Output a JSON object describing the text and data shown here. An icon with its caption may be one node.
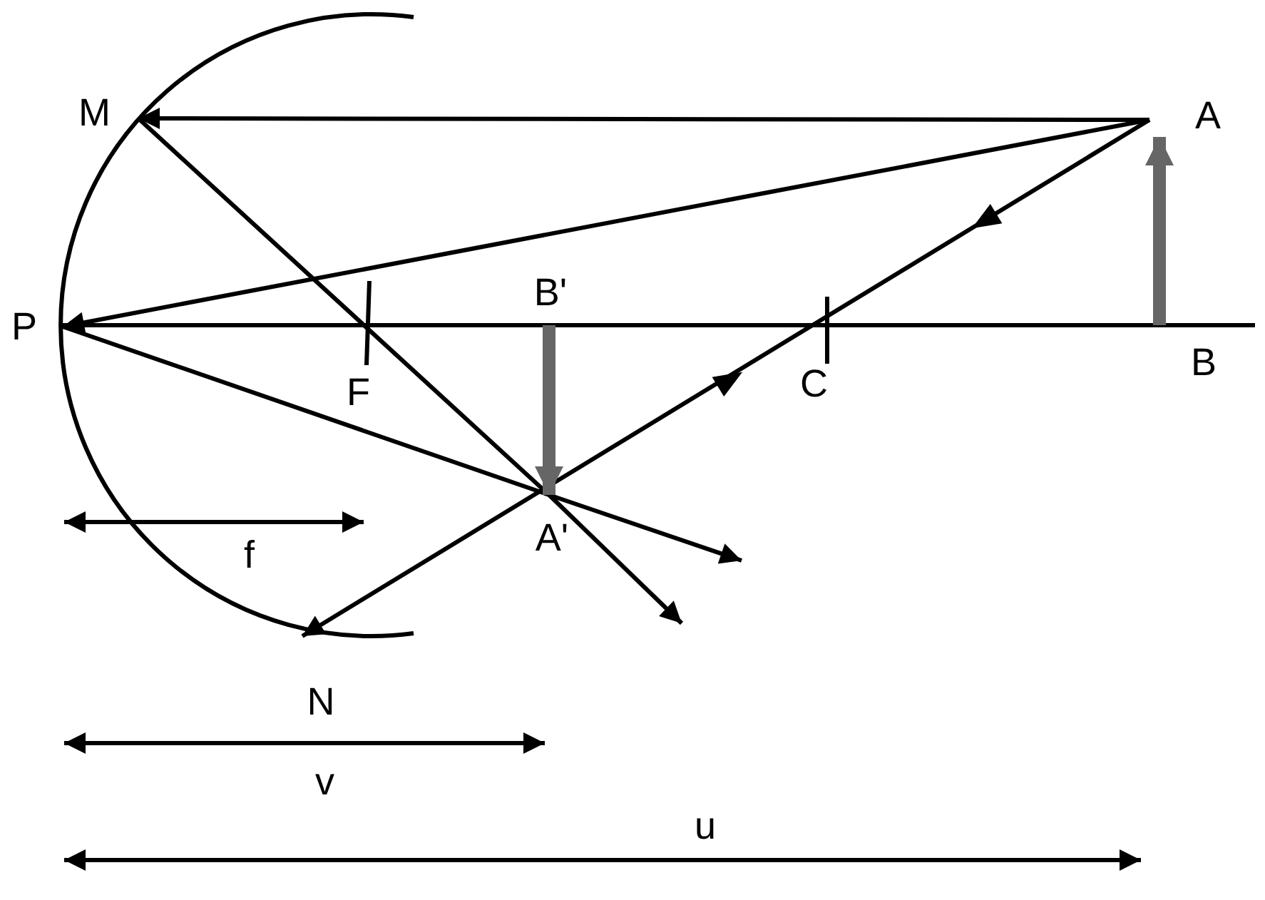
{
  "diagram": {
    "nodes": [
      {
        "text": [
          "M"
        ]
      },
      {
        "text": [
          "A"
        ]
      },
      {
        "text": [
          "P"
        ]
      },
      {
        "text": [
          "B'"
        ]
      },
      {
        "text": [
          "B"
        ]
      },
      {
        "text": [
          "A'"
        ]
      },
      {
        "text": [
          "N"
        ]
      }
    ],
    "edges": [
      {
        "from": 1,
        "to": 0,
        "arrow": "to"
      },
      {
        "from": 0,
        "to": 5,
        "arrow": "none"
      },
      {
        "from": 5,
        "to": null,
        "arrow": "to"
      },
      {
        "from": 1,
        "to": 2,
        "arrow": "to"
      },
      {
        "from": 2,
        "to": 5,
        "arrow": "none"
      },
      {
        "from": 5,
        "to": null,
        "arrow": "to"
      },
      {
        "from": 1,
        "to": 6,
        "arrow": "to"
      },
      {
        "from": 4,
        "to": 1,
        "arrow": "to",
        "style": "thick",
        "color": "#666666"
      },
      {
        "from": 3,
        "to": 5,
        "arrow": "to",
        "style": "thick",
        "color": "#666666"
      }
    ],
    "labels": [
      "F",
      "C",
      "f",
      "v",
      "u"
    ]
  }
}
